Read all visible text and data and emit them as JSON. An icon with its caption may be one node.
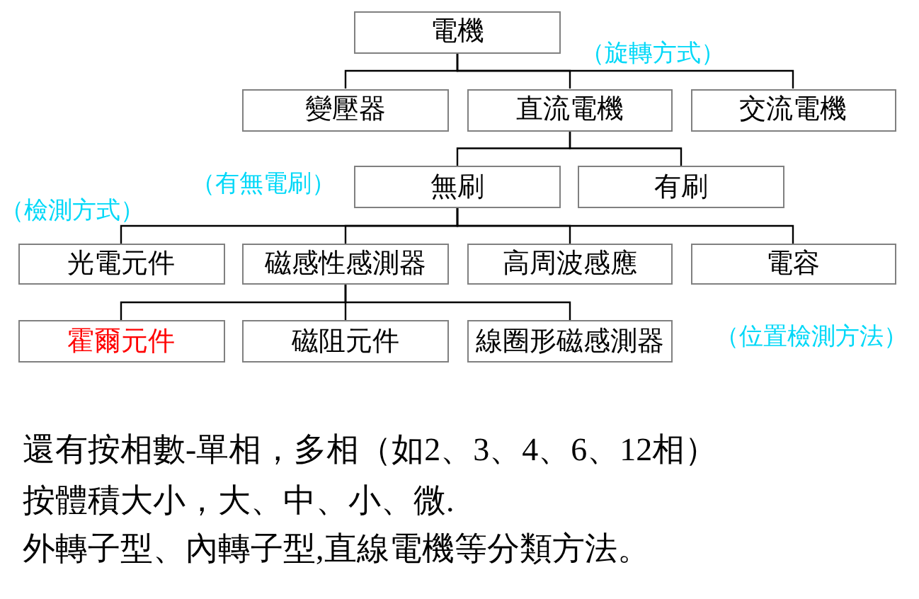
{
  "diagram": {
    "nodes": [
      {
        "text": [
          "電機"
        ]
      },
      {
        "text": [
          "變壓器"
        ]
      },
      {
        "text": [
          "直流電機"
        ]
      },
      {
        "text": [
          "交流電機"
        ]
      },
      {
        "text": [
          "無刷"
        ]
      },
      {
        "text": [
          "有刷"
        ]
      },
      {
        "text": [
          "光電元件"
        ]
      },
      {
        "text": [
          "磁感性感測器"
        ]
      },
      {
        "text": [
          "高周波感應"
        ]
      },
      {
        "text": [
          "電容"
        ]
      },
      {
        "text": [
          "霍爾元件"
        ]
      },
      {
        "text": [
          "磁阻元件"
        ]
      },
      {
        "text": [
          "線圈形磁感測器"
        ]
      }
    ],
    "edges": [
      {
        "from": 0,
        "to": 1,
        "arrow": "none"
      },
      {
        "from": 0,
        "to": 2,
        "arrow": "none"
      },
      {
        "from": 0,
        "to": 3,
        "arrow": "none"
      },
      {
        "from": 2,
        "to": 4,
        "arrow": "none"
      },
      {
        "from": 2,
        "to": 5,
        "arrow": "none"
      },
      {
        "from": 4,
        "to": 6,
        "arrow": "none"
      },
      {
        "from": 4,
        "to": 7,
        "arrow": "none"
      },
      {
        "from": 4,
        "to": 8,
        "arrow": "none"
      },
      {
        "from": 4,
        "to": 9,
        "arrow": "none"
      },
      {
        "from": 7,
        "to": 10,
        "arrow": "none"
      },
      {
        "from": 7,
        "to": 11,
        "arrow": "none"
      },
      {
        "from": 7,
        "to": 12,
        "arrow": "none"
      }
    ],
    "labels": [
      "（旋轉方式）",
      "（有無電刷）",
      "（檢測方式）",
      "（位置檢測方法）",
      "還有按相數-單相，多相（如2、3、4、6、12相）",
      "按體積大小，大、中、小、微.",
      "外轉子型、內轉子型,直線電機等分類方法。"
    ]
  }
}
